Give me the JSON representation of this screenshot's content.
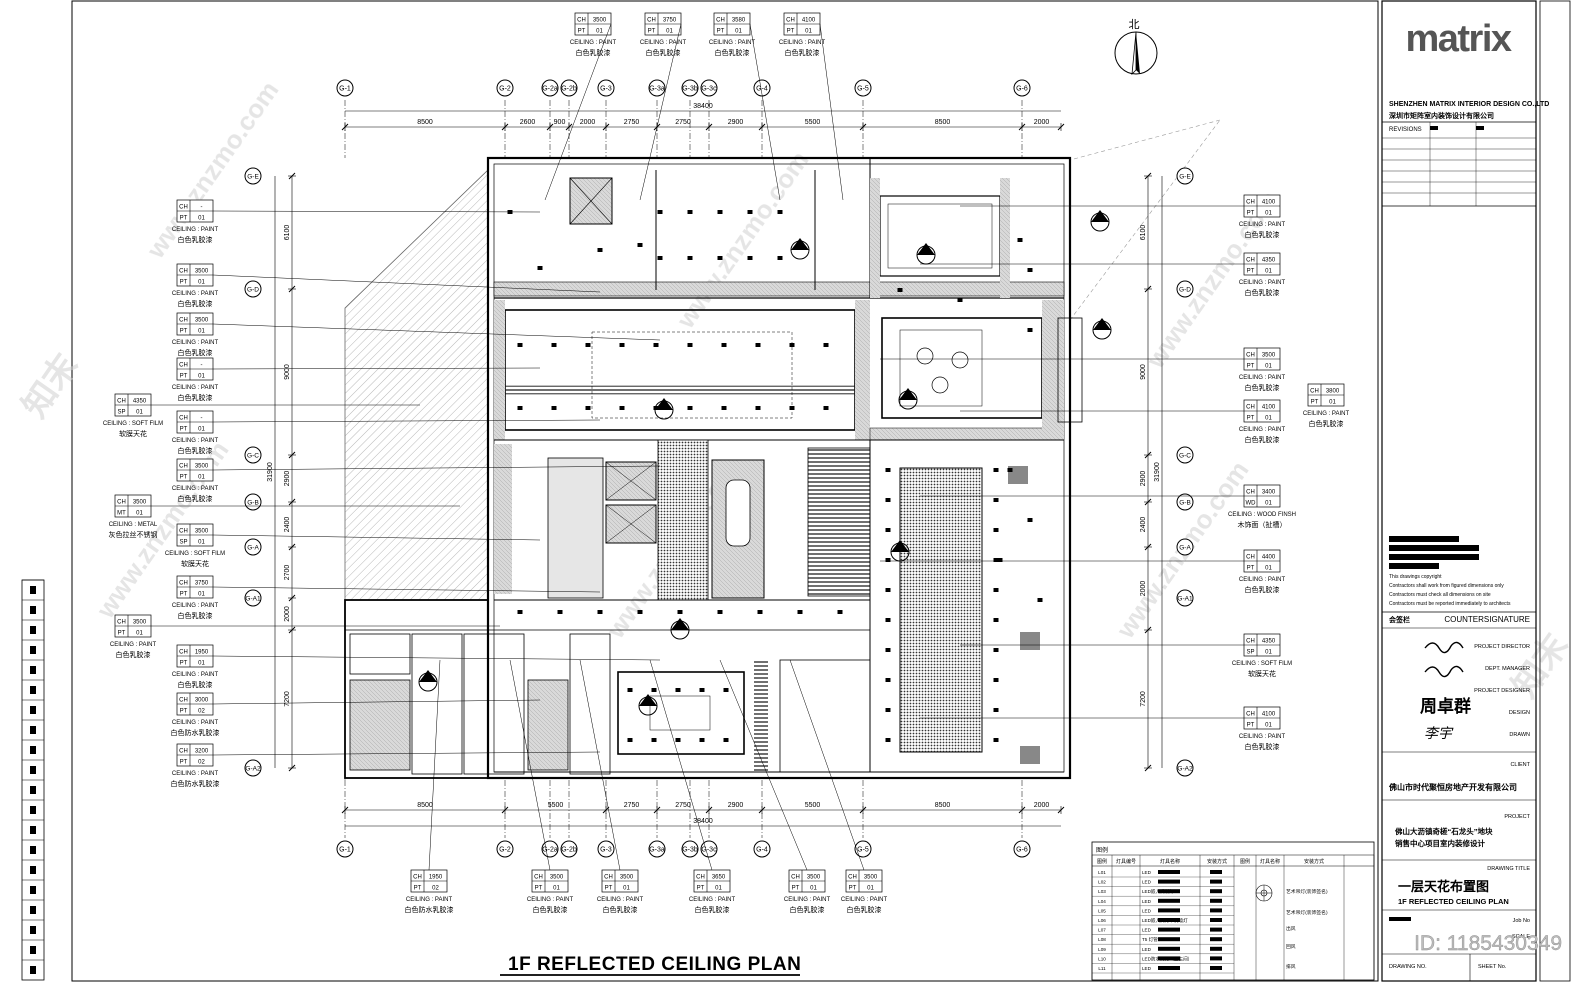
{
  "north_label": "北",
  "plan_title": "1F REFLECTED CEILING PLAN",
  "axes_top": [
    "G-1",
    "G-2",
    "G-2a",
    "G-2b",
    "G-3",
    "G-3a",
    "G-3b",
    "G-3c",
    "G-4",
    "G-5",
    "G-6"
  ],
  "axes_side": [
    "G-E",
    "G-D",
    "G-C",
    "G-B",
    "G-A",
    "G-A1",
    "G-A2"
  ],
  "dims_top": {
    "total": "38400",
    "segments": [
      "8500",
      "2600",
      "900",
      "2000",
      "2750",
      "2750",
      "2900",
      "5500",
      "8500",
      "2000"
    ]
  },
  "dims_bottom": {
    "total": "38400",
    "segments": [
      "8500",
      "5500",
      "2750",
      "2750",
      "2900",
      "5500",
      "8500",
      "2000"
    ]
  },
  "dims_left": {
    "total": "31900",
    "segments": [
      "6100",
      "9000",
      "2900",
      "2400",
      "2700",
      "2000",
      "7200"
    ]
  },
  "dims_right": {
    "total": "31900",
    "segments": [
      "6100",
      "9000",
      "2900",
      "2400",
      "2000",
      "7200"
    ]
  },
  "tags_top": [
    {
      "ch": "3500",
      "code": "PT",
      "num": "01",
      "type": "CEILING : PAINT",
      "cn": "白色乳胶漆"
    },
    {
      "ch": "3750",
      "code": "PT",
      "num": "01",
      "type": "CEILING : PAINT",
      "cn": "白色乳胶漆"
    },
    {
      "ch": "3580",
      "code": "PT",
      "num": "01",
      "type": "CEILING : PAINT",
      "cn": "白色乳胶漆"
    },
    {
      "ch": "4100",
      "code": "PT",
      "num": "01",
      "type": "CEILING : PAINT",
      "cn": "白色乳胶漆"
    }
  ],
  "tags_left": [
    {
      "ch": "-",
      "code": "PT",
      "num": "01",
      "type": "CEILING : PAINT",
      "cn": "白色乳胶漆"
    },
    {
      "ch": "3500",
      "code": "PT",
      "num": "01",
      "type": "CEILING : PAINT",
      "cn": "白色乳胶漆"
    },
    {
      "ch": "3500",
      "code": "PT",
      "num": "01",
      "type": "CEILING : PAINT",
      "cn": "白色乳胶漆"
    },
    {
      "ch": "-",
      "code": "PT",
      "num": "01",
      "type": "CEILING : PAINT",
      "cn": "白色乳胶漆"
    },
    {
      "ch": "-",
      "code": "PT",
      "num": "01",
      "type": "CEILING : PAINT",
      "cn": "白色乳胶漆"
    },
    {
      "ch": "3500",
      "code": "PT",
      "num": "01",
      "type": "CEILING : PAINT",
      "cn": "白色乳胶漆"
    },
    {
      "ch": "3500",
      "code": "SP",
      "num": "01",
      "type": "CEILING : SOFT FILM",
      "cn": "软膜天花"
    },
    {
      "ch": "3750",
      "code": "PT",
      "num": "01",
      "type": "CEILING : PAINT",
      "cn": "白色乳胶漆"
    },
    {
      "ch": "1950",
      "code": "PT",
      "num": "01",
      "type": "CEILING : PAINT",
      "cn": "白色乳胶漆"
    },
    {
      "ch": "3000",
      "code": "PT",
      "num": "02",
      "type": "CEILING : PAINT",
      "cn": "白色防水乳胶漆"
    },
    {
      "ch": "3200",
      "code": "PT",
      "num": "02",
      "type": "CEILING : PAINT",
      "cn": "白色防水乳胶漆"
    }
  ],
  "tags_far_left": [
    {
      "ch": "4350",
      "code": "SP",
      "num": "01",
      "type": "CEILING : SOFT FILM",
      "cn": "软膜天花"
    },
    {
      "ch": "3500",
      "code": "MT",
      "num": "01",
      "type": "CEILING : METAL",
      "cn": "灰色拉丝不锈钢"
    },
    {
      "ch": "3500",
      "code": "PT",
      "num": "01",
      "type": "CEILING : PAINT",
      "cn": "白色乳胶漆"
    }
  ],
  "tags_right": [
    {
      "ch": "4100",
      "code": "PT",
      "num": "01",
      "type": "CEILING : PAINT",
      "cn": "白色乳胶漆"
    },
    {
      "ch": "4350",
      "code": "PT",
      "num": "01",
      "type": "CEILING : PAINT",
      "cn": "白色乳胶漆"
    },
    {
      "ch": "3500",
      "code": "PT",
      "num": "01",
      "type": "CEILING : PAINT",
      "cn": "白色乳胶漆"
    },
    {
      "ch": "4100",
      "code": "PT",
      "num": "01",
      "type": "CEILING : PAINT",
      "cn": "白色乳胶漆"
    },
    {
      "ch": "3400",
      "code": "WD",
      "num": "01",
      "type": "CEILING : WOOD FINSH",
      "cn": "木饰面（扯槽）"
    },
    {
      "ch": "4400",
      "code": "PT",
      "num": "01",
      "type": "CEILING : PAINT",
      "cn": "白色乳胶漆"
    },
    {
      "ch": "4350",
      "code": "SP",
      "num": "01",
      "type": "CEILING : SOFT FILM",
      "cn": "软膜天花"
    },
    {
      "ch": "4100",
      "code": "PT",
      "num": "01",
      "type": "CEILING : PAINT",
      "cn": "白色乳胶漆"
    }
  ],
  "tags_far_right": [
    {
      "ch": "3800",
      "code": "PT",
      "num": "01",
      "type": "CEILING : PAINT",
      "cn": "白色乳胶漆"
    }
  ],
  "tags_bottom": [
    {
      "ch": "1950",
      "code": "PT",
      "num": "02",
      "type": "CEILING : PAINT",
      "cn": "白色防水乳胶漆"
    },
    {
      "ch": "3500",
      "code": "PT",
      "num": "01",
      "type": "CEILING : PAINT",
      "cn": "白色乳胶漆"
    },
    {
      "ch": "3500",
      "code": "PT",
      "num": "01",
      "type": "CEILING : PAINT",
      "cn": "白色乳胶漆"
    },
    {
      "ch": "3650",
      "code": "PT",
      "num": "01",
      "type": "CEILING : PAINT",
      "cn": "白色乳胶漆"
    },
    {
      "ch": "3500",
      "code": "PT",
      "num": "01",
      "type": "CEILING : PAINT",
      "cn": "白色乳胶漆"
    },
    {
      "ch": "3500",
      "code": "PT",
      "num": "01",
      "type": "CEILING : PAINT",
      "cn": "白色乳胶漆"
    }
  ],
  "titleblock": {
    "logo": "matrix",
    "company_en": "SHENZHEN MATRIX INTERIOR DESIGN CO.,LTD",
    "company_cn": "深圳市矩阵室内装饰设计有限公司",
    "revisions": "REVISIONS",
    "note1": "This drawings copyright",
    "note2": "Contractors shall work from figured dimensions only",
    "note3": "Contractors must check all dimensions on site",
    "note4": "Contractors must be reported immediately to architects",
    "countersign_cn": "会签栏",
    "countersign_en": "COUNTERSIGNATURE",
    "role1": "PROJECT DIRECTOR",
    "role2": "DEPT. MANAGER",
    "role3": "PROJECT DESIGNER",
    "role4": "DESIGN",
    "role5": "DRAWN",
    "designer_name": "周卓群",
    "drawn_name": "李宇",
    "client_label": "CLIENT",
    "client": "佛山市时代聚恒房地产开发有限公司",
    "project_label": "PROJECT",
    "project1": "佛山大沥镇奇槎“石龙头”地块",
    "project2": "销售中心项目室内装修设计",
    "drawing_title_label": "DRAWING TITLE",
    "drawing_title_cn": "一层天花布置图",
    "drawing_title_en": "1F REFLECTED CEILING PLAN",
    "job_no": "Job No",
    "scale": "SCALE",
    "drawing_no": "DRAWING NO.",
    "sheet_no": "SHEET No."
  },
  "legend": {
    "title": "图例",
    "headers": [
      "图例",
      "灯具编号",
      "灯具名称",
      "安装方式",
      "图例",
      "灯具名称",
      "安装方式"
    ],
    "rows": [
      {
        "code": "L01",
        "name": "LED"
      },
      {
        "code": "L02",
        "name": "LED"
      },
      {
        "code": "L03",
        "name": "LED嵌入式射灯"
      },
      {
        "code": "L04",
        "name": "LED"
      },
      {
        "code": "L05",
        "name": "LED"
      },
      {
        "code": "L06",
        "name": "LED嵌入式灯带洗墙灯"
      },
      {
        "code": "L07",
        "name": "LED"
      },
      {
        "code": "L08",
        "name": "T5 灯管"
      },
      {
        "code": "L09",
        "name": "LED"
      },
      {
        "code": "L10",
        "name": "LED防水筒灯（卫生间）"
      },
      {
        "code": "L11",
        "name": "LED"
      }
    ],
    "right_items": [
      "艺术吊灯(装饰签名)",
      "艺术吊灯(装饰签名)",
      "出风",
      "回风",
      "排风"
    ]
  },
  "watermark": "www.znzmo.com",
  "watermark_cn": "知末",
  "id_label": "ID: 1185430349"
}
